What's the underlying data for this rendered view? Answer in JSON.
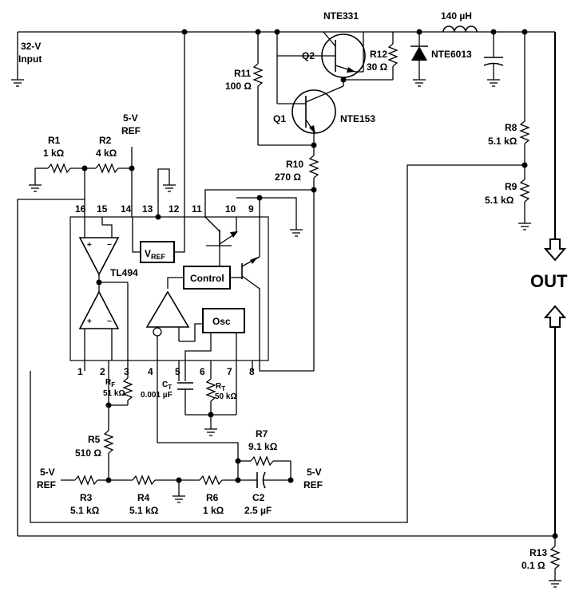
{
  "labels": {
    "input_voltage": "32-V",
    "input_word": "Input",
    "vref_top_a": "5-V",
    "vref_top_b": "REF",
    "vref_left_a": "5-V",
    "vref_left_b": "REF",
    "vref_right_a": "5-V",
    "vref_right_b": "REF",
    "out": "OUT"
  },
  "ic": {
    "name": "TL494",
    "vref_main": "V",
    "vref_sub": "REF",
    "control": "Control",
    "osc": "Osc",
    "pins": {
      "p1": "1",
      "p2": "2",
      "p3": "3",
      "p4": "4",
      "p5": "5",
      "p6": "6",
      "p7": "7",
      "p8": "8",
      "p9": "9",
      "p10": "10",
      "p11": "11",
      "p12": "12",
      "p13": "13",
      "p14": "14",
      "p15": "15",
      "p16": "16"
    },
    "plus": "+",
    "minus": "−"
  },
  "components": {
    "q2": {
      "name": "Q2",
      "part": "NTE331"
    },
    "q1": {
      "name": "Q1",
      "part": "NTE153"
    },
    "diode": {
      "part": "NTE6013"
    },
    "inductor": {
      "value": "140 µH"
    },
    "r1": {
      "name": "R1",
      "value": "1 kΩ"
    },
    "r2": {
      "name": "R2",
      "value": "4 kΩ"
    },
    "r3": {
      "name": "R3",
      "value": "5.1 kΩ"
    },
    "r4": {
      "name": "R4",
      "value": "5.1 kΩ"
    },
    "r5": {
      "name": "R5",
      "value": "510 Ω"
    },
    "r6": {
      "name": "R6",
      "value": "1 kΩ"
    },
    "r7": {
      "name": "R7",
      "value": "9.1 kΩ"
    },
    "r8": {
      "name": "R8",
      "value": "5.1 kΩ"
    },
    "r9": {
      "name": "R9",
      "value": "5.1 kΩ"
    },
    "r10": {
      "name": "R10",
      "value": "270 Ω"
    },
    "r11": {
      "name": "R11",
      "value": "100 Ω"
    },
    "r12": {
      "name": "R12",
      "value": "30 Ω"
    },
    "r13": {
      "name": "R13",
      "value": "0.1 Ω"
    },
    "rf": {
      "main": "R",
      "sub": "F",
      "value": "51 kΩ"
    },
    "rt": {
      "main": "R",
      "sub": "T",
      "value": "50 kΩ"
    },
    "ct": {
      "main": "C",
      "sub": "T",
      "value": "0.001 µF"
    },
    "c2": {
      "name": "C2",
      "value": "2.5 µF"
    }
  }
}
